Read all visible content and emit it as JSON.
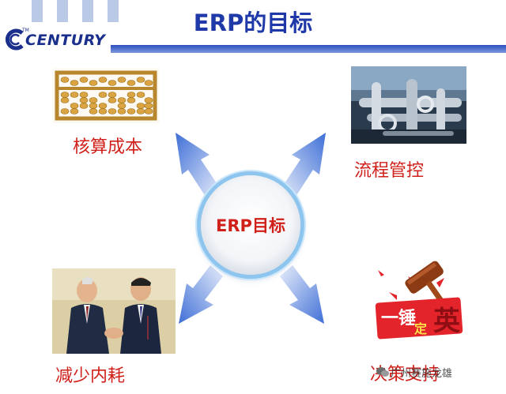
{
  "header": {
    "title": "ERP的目标",
    "logo_text": "CENTURY",
    "logo_tm": "TM"
  },
  "center": {
    "label": "ERP目标"
  },
  "goals": [
    {
      "label": "核算成本",
      "image": "abacus"
    },
    {
      "label": "流程管控",
      "image": "industrial-pipes"
    },
    {
      "label": "减少内耗",
      "image": "handshake"
    },
    {
      "label": "决策支持",
      "image": "gavel-decision"
    }
  ],
  "gavel_text": {
    "left": "一锤",
    "mid": "定",
    "right": "英"
  },
  "watermark": "广州赛施龙雄",
  "colors": {
    "title": "#1f3aa8",
    "label": "#d0201a",
    "arrow": "#3f6fd6"
  }
}
